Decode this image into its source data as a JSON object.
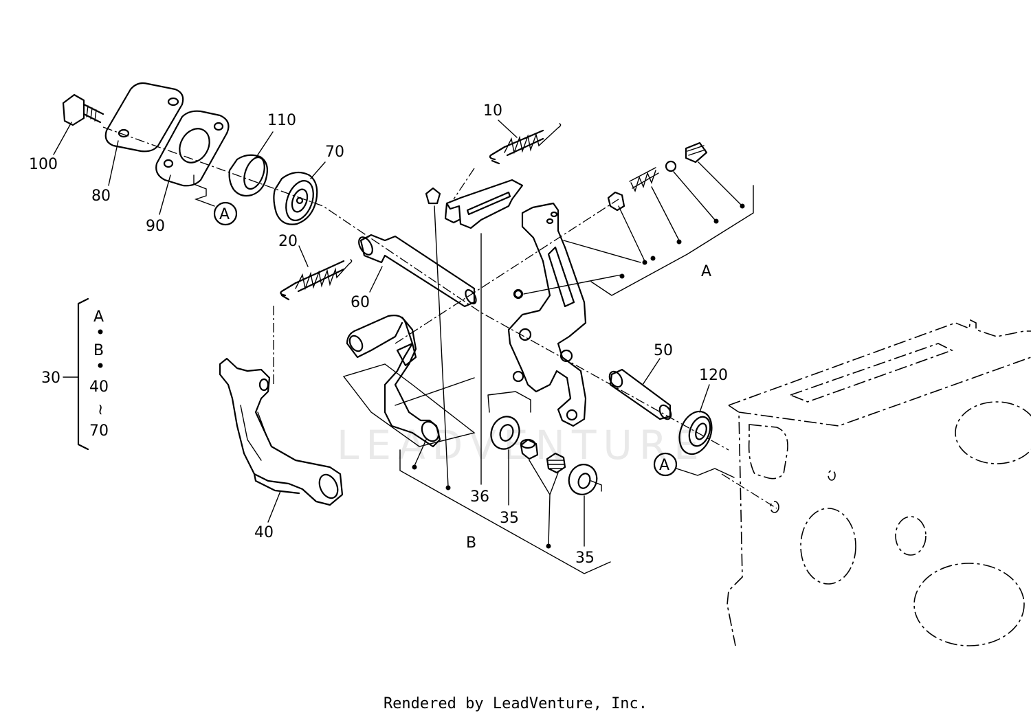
{
  "callouts": {
    "p10": "10",
    "p20": "20",
    "p30": "30",
    "p35a": "35",
    "p35b": "35",
    "p36": "36",
    "p40": "40",
    "p50": "50",
    "p60": "60",
    "p70": "70",
    "p80": "80",
    "p90": "90",
    "p100": "100",
    "p110": "110",
    "p120": "120"
  },
  "groups": {
    "a": "A",
    "b": "B"
  },
  "circled": {
    "left": "A",
    "right": "A"
  },
  "kit": {
    "line1": "A",
    "line2": "B",
    "line3": "40",
    "line4": "~",
    "line5": "70"
  },
  "watermark": "LEADVENTURE",
  "footer": "Rendered by LeadVenture, Inc."
}
